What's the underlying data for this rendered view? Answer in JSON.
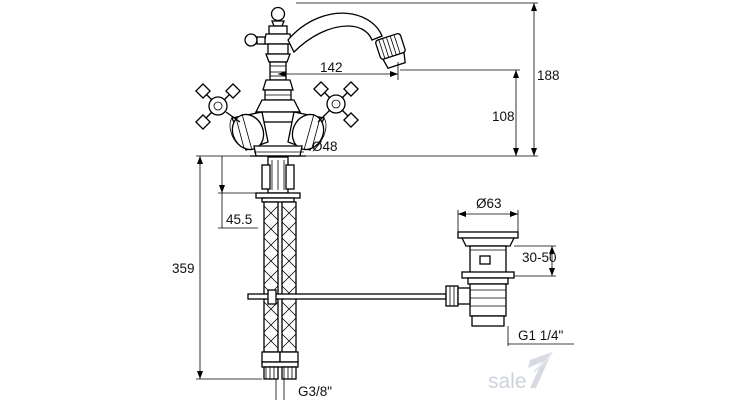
{
  "dimensions": {
    "spout_reach": "142",
    "total_height": "188",
    "spout_height": "108",
    "base_diameter": "Ø48",
    "shank_length": "45.5",
    "overall_length": "359",
    "hose_thread": "G3/8\"",
    "waste_diameter": "Ø63",
    "waste_range": "30-50",
    "waste_thread": "G1 1/4\""
  },
  "watermark": {
    "text": "sale",
    "logo_icon": "sale-7-logo-icon"
  }
}
